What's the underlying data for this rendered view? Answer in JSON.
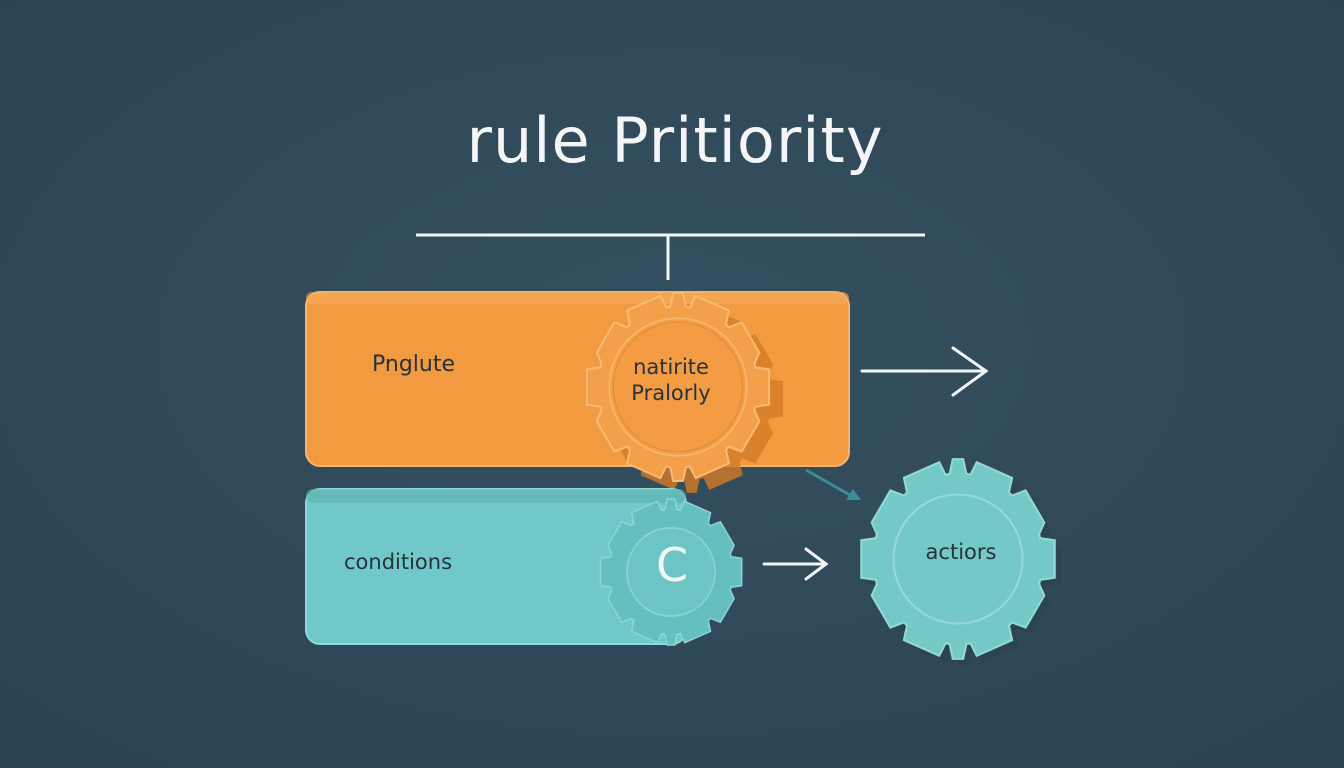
{
  "diagram": {
    "title": "rule Pritiority",
    "blocks": {
      "primary": {
        "label": "Pnglute",
        "gear_label_line1": "natirite",
        "gear_label_line2": "Pralorly"
      },
      "conditions": {
        "label": "conditions",
        "gear_glyph": "C"
      },
      "actions": {
        "gear_label": "actiors"
      }
    },
    "colors": {
      "background": "#30495a",
      "orange": "#f29a3f",
      "teal": "#70c9c8",
      "line": "#f2f4f5",
      "text_dark": "#27323b"
    },
    "icons": [
      "gear-icon",
      "arrow-right-icon",
      "connector-line"
    ]
  }
}
